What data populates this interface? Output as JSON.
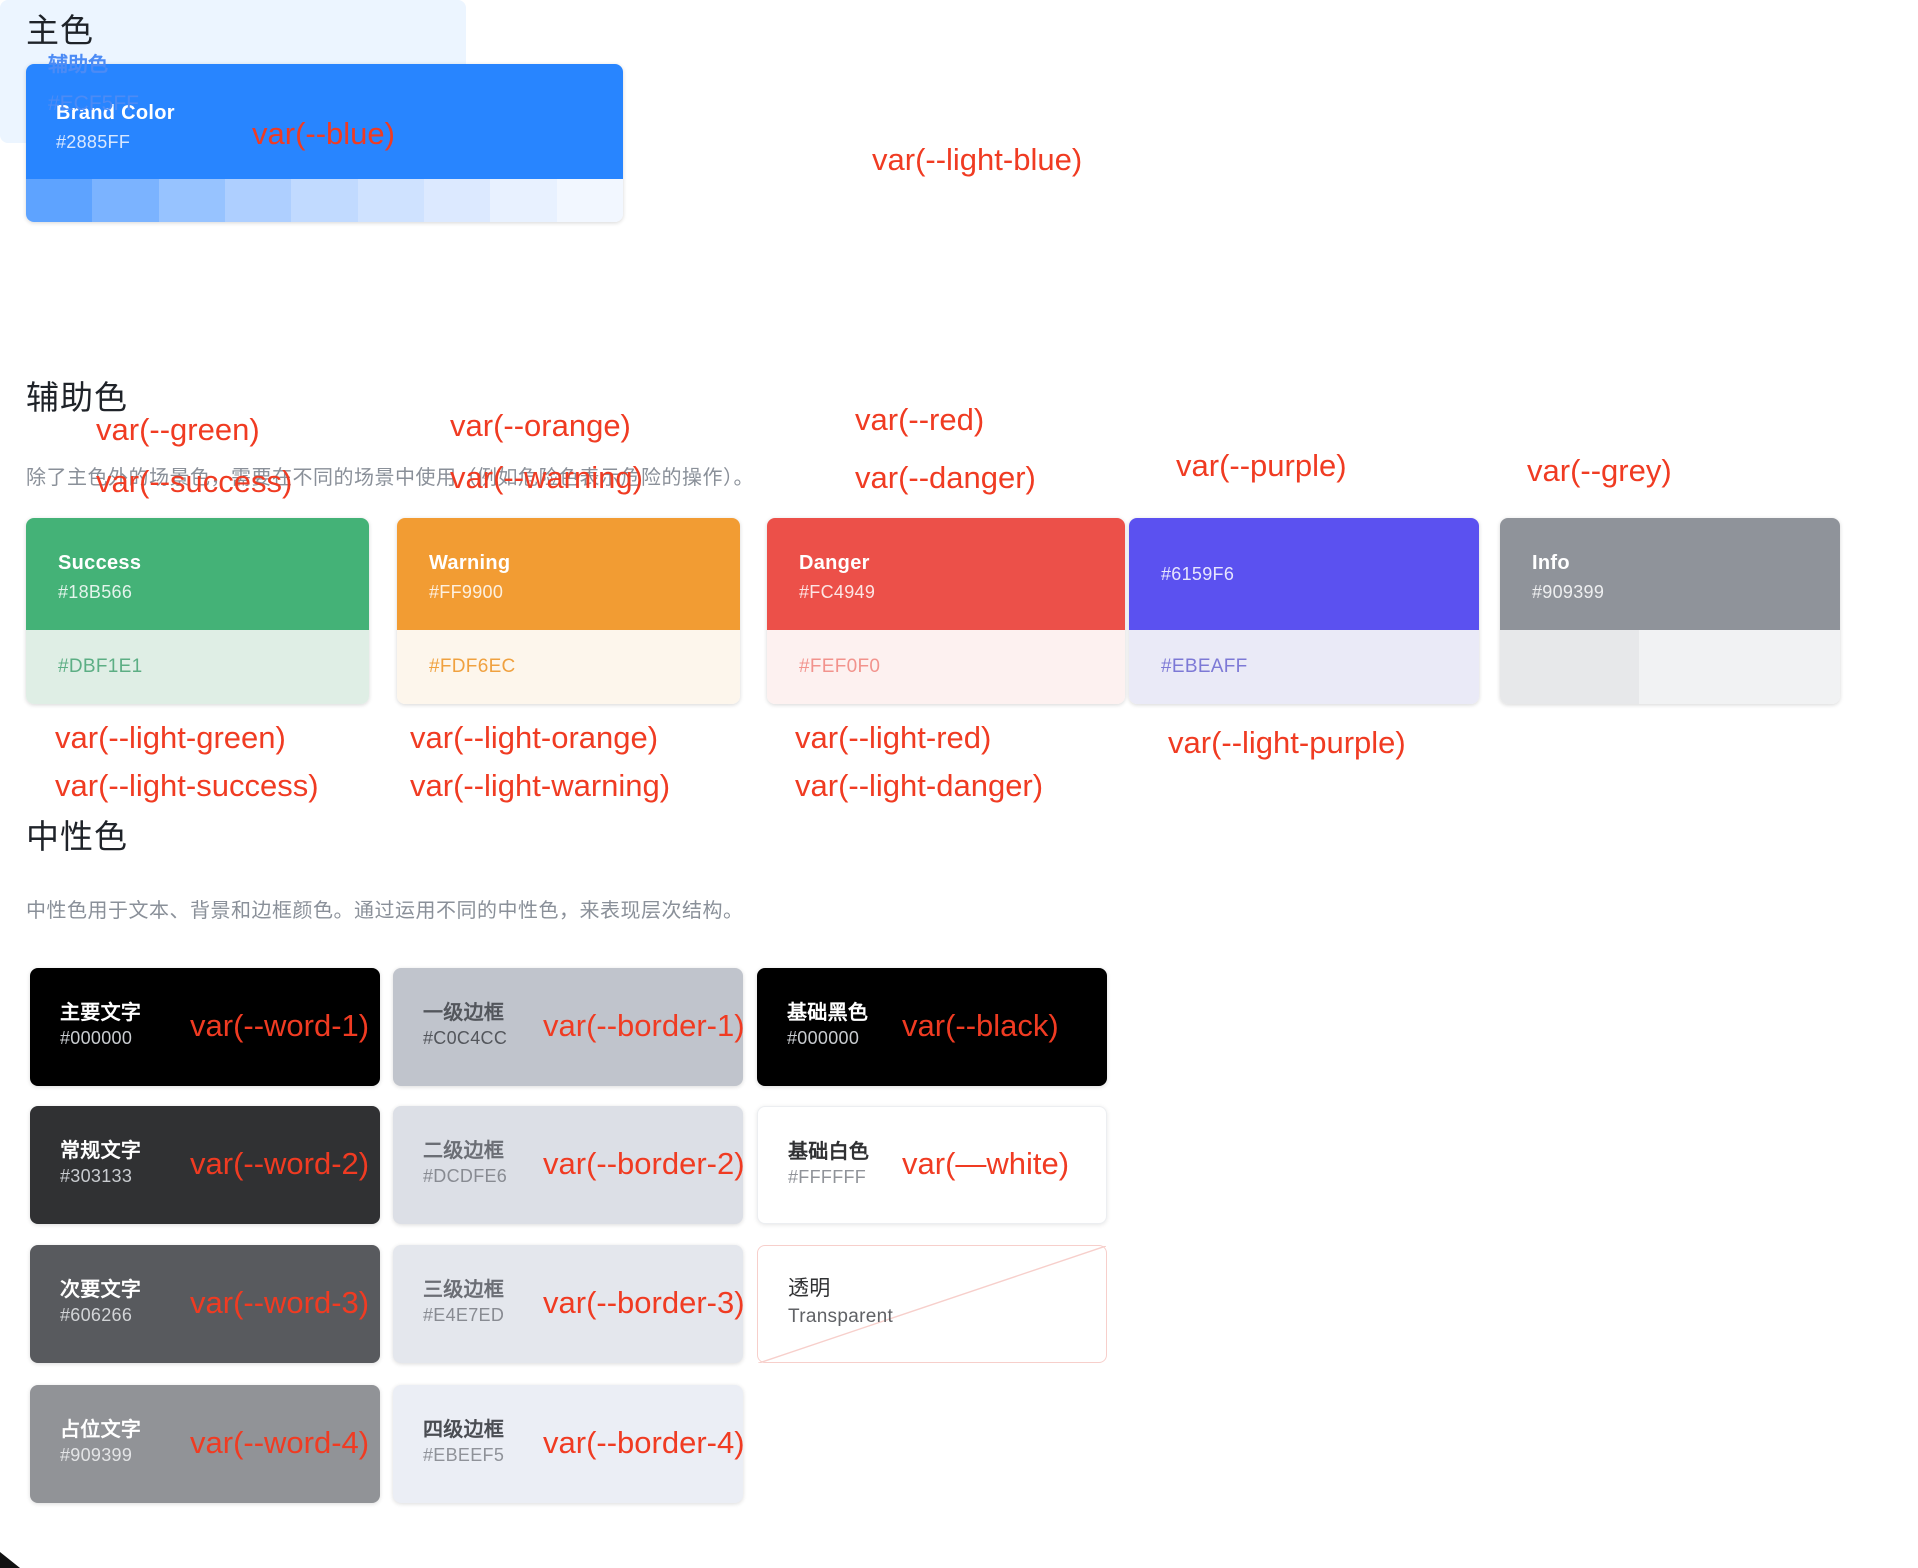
{
  "sections": {
    "primary": {
      "title": "主色",
      "brand": {
        "label": "Brand Color",
        "hex": "#2885FF",
        "annotation": "var(--blue)",
        "ramp": [
          "#5EA3FF",
          "#7BB3FF",
          "#97C3FF",
          "#AECFFF",
          "#C1DAFF",
          "#CFE2FF",
          "#DCE9FF",
          "#E8F1FF",
          "#F2F7FF"
        ]
      },
      "light_blue": {
        "label": "辅助色",
        "hex": "#ECF5FF",
        "annotation": "var(--light-blue)"
      }
    },
    "auxiliary": {
      "title": "辅助色",
      "description": "除了主色外的场景色，需要在不同的场景中使用（例如危险色表示危险的操作）。",
      "cards": [
        {
          "label": "Success",
          "hex": "#18B566",
          "light_hex": "#DBF1E1",
          "top_color": "#44b277",
          "bottom_color": "#dfeee5",
          "light_text_color": "#5cae84",
          "anno_top_1": "var(--green)",
          "anno_top_2": "var(--success)",
          "anno_bottom_1": "var(--light-green)",
          "anno_bottom_2": "var(--light-success)"
        },
        {
          "label": "Warning",
          "hex": "#FF9900",
          "light_hex": "#FDF6EC",
          "top_color": "#f29c33",
          "bottom_color": "#fdf6ec",
          "light_text_color": "#f0a13f",
          "anno_top_1": "var(--orange)",
          "anno_top_2": "var(--warning)",
          "anno_bottom_1": "var(--light-orange)",
          "anno_bottom_2": "var(--light-warning)"
        },
        {
          "label": "Danger",
          "hex": "#FC4949",
          "light_hex": "#FEF0F0",
          "top_color": "#ec5049",
          "bottom_color": "#fdf1f0",
          "light_text_color": "#f2938d",
          "anno_top_1": "var(--red)",
          "anno_top_2": "var(--danger)",
          "anno_bottom_1": "var(--light-red)",
          "anno_bottom_2": "var(--light-danger)"
        },
        {
          "label": "",
          "hex": "#6159F6",
          "light_hex": "#EBEAFF",
          "top_color": "#5b51f0",
          "bottom_color": "#eaeaf7",
          "light_text_color": "#7d79d6",
          "anno_top_1": "var(--purple)",
          "anno_top_2": "",
          "anno_bottom_1": "var(--light-purple)",
          "anno_bottom_2": ""
        },
        {
          "label": "Info",
          "hex": "#909399",
          "light_hex": "",
          "top_color": "#8f939a",
          "bottom_color_left": "#e7e8ea",
          "bottom_color_right": "#f1f2f3",
          "light_text_color": "",
          "anno_top_1": "var(--grey)",
          "anno_top_2": "",
          "anno_bottom_1": "",
          "anno_bottom_2": ""
        }
      ]
    },
    "neutral": {
      "title": "中性色",
      "description": "中性色用于文本、背景和边框颜色。通过运用不同的中性色，来表现层次结构。",
      "columns": [
        [
          {
            "label": "主要文字",
            "hex": "#000000",
            "bg": "#000000",
            "label_color": "#ffffff",
            "hex_color": "#c9ccd0",
            "annotation": "var(--word-1)"
          },
          {
            "label": "常规文字",
            "hex": "#303133",
            "bg": "#303133",
            "label_color": "#ffffff",
            "hex_color": "#c9ccd0",
            "annotation": "var(--word-2)"
          },
          {
            "label": "次要文字",
            "hex": "#606266",
            "bg": "#585a5e",
            "label_color": "#ffffff",
            "hex_color": "#d2d4d7",
            "annotation": "var(--word-3)"
          },
          {
            "label": "占位文字",
            "hex": "#909399",
            "bg": "#919397",
            "label_color": "#ffffff",
            "hex_color": "#e3e4e6",
            "annotation": "var(--word-4)"
          }
        ],
        [
          {
            "label": "一级边框",
            "hex": "#C0C4CC",
            "bg": "#c0c4cc",
            "label_color": "#53565c",
            "hex_color": "#53565c",
            "annotation": "var(--border-1)"
          },
          {
            "label": "二级边框",
            "hex": "#DCDFE6",
            "bg": "#dcdfe6",
            "label_color": "#6b6e75",
            "hex_color": "#888b92",
            "annotation": "var(--border-2)"
          },
          {
            "label": "三级边框",
            "hex": "#E4E7ED",
            "bg": "#e4e7ed",
            "label_color": "#6b6e75",
            "hex_color": "#888b92",
            "annotation": "var(--border-3)"
          },
          {
            "label": "四级边框",
            "hex": "#EBEEF5",
            "bg": "#ebeef5",
            "label_color": "#4a4d53",
            "hex_color": "#8f9299",
            "annotation": "var(--border-4)"
          }
        ],
        [
          {
            "label": "基础黑色",
            "hex": "#000000",
            "bg": "#000000",
            "label_color": "#ffffff",
            "hex_color": "#c9ccd0",
            "annotation": "var(--black)"
          },
          {
            "label": "基础白色",
            "hex": "#FFFFFF",
            "bg": "#ffffff",
            "label_color": "#303133",
            "hex_color": "#909399",
            "annotation": "var(—white)"
          },
          {
            "label": "透明",
            "hex": "Transparent",
            "bg": "transparent",
            "label_color": "#303133",
            "hex_color": "#606266",
            "annotation": ""
          }
        ]
      ]
    }
  },
  "colors": {
    "annotation_red": "#f03b22",
    "heading": "#1f2329",
    "description": "#8a9099",
    "brand": "#2885FF",
    "light_blue": "#ECF5FF",
    "transparent_border": "#f7cfcb"
  }
}
